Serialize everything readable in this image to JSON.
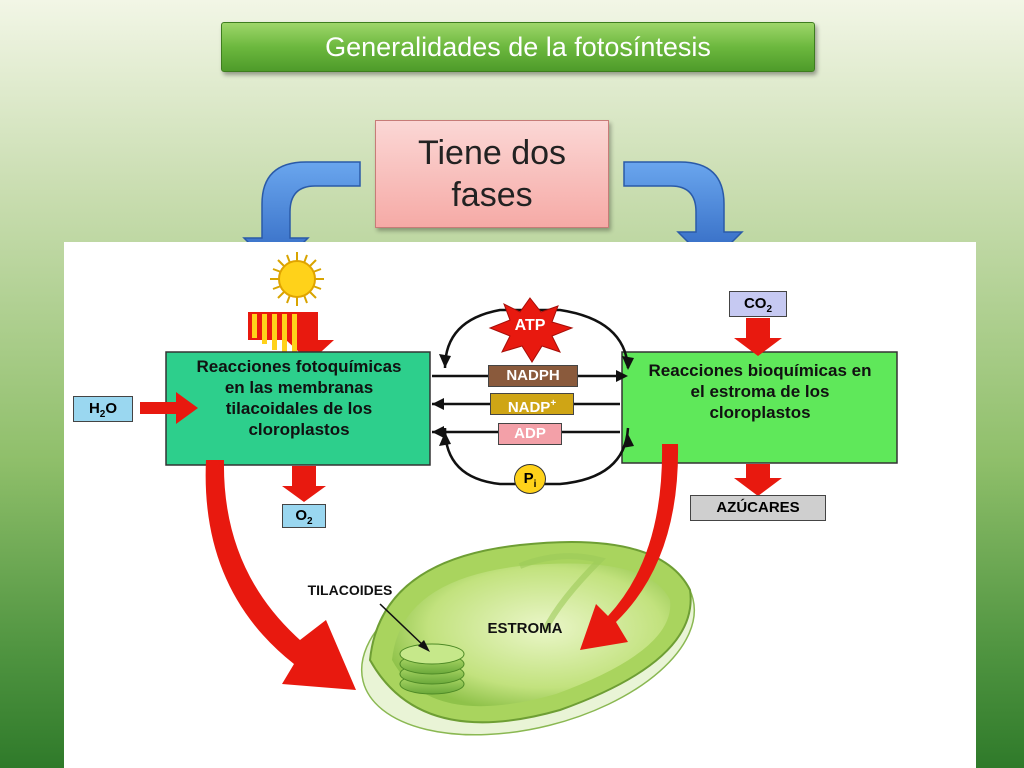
{
  "title": "Generalidades de la fotosíntesis",
  "phases_box": "Tiene dos fases",
  "left_box": "Reacciones fotoquímicas en las membranas tilacoidales de los cloroplastos",
  "right_box": "Reacciones bioquímicas en el estroma de los cloroplastos",
  "h2o": {
    "main": "H",
    "sub": "2",
    "rest": "O"
  },
  "o2": {
    "main": "O",
    "sub": "2"
  },
  "co2": {
    "main": "CO",
    "sub": "2"
  },
  "sugars": "AZÚCARES",
  "atp": "ATP",
  "nadph": "NADPH",
  "nadp": {
    "main": "NADP",
    "sup": "+"
  },
  "adp": "ADP",
  "pi": {
    "main": "P",
    "sub": "i"
  },
  "thylakoids_label": "TILACOIDES",
  "stroma_label": "ESTROMA",
  "colors": {
    "title_green": "#6cb83e",
    "left_box": "#2dcf8c",
    "right_box": "#5fe85a",
    "red_arrow": "#e8190f",
    "blue_arrow": "#3f7fd0"
  }
}
